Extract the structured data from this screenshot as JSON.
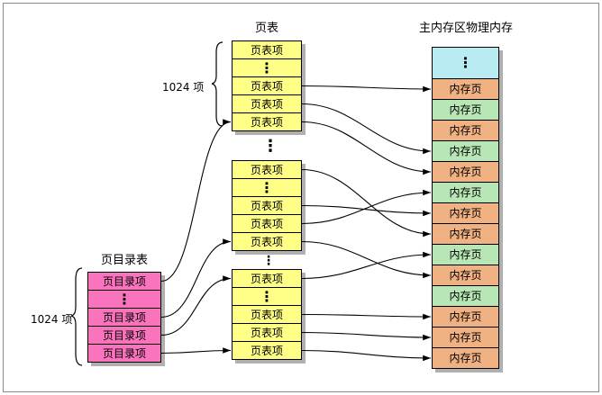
{
  "titles": {
    "page_table": "页表",
    "page_directory": "页目录表",
    "memory": "主内存区物理内存"
  },
  "labels": {
    "directory_count": "1024 项",
    "pagetable_count": "1024 项"
  },
  "misc": {
    "vdots": "⋮"
  },
  "colors": {
    "directory_fill": "#f973bd",
    "pagetable_fill": "#ffff87",
    "memory_orange": "#f0b183",
    "memory_green": "#b9e6b5",
    "memory_cyan": "#b8ecf2",
    "shadow": "#b0b0b0"
  },
  "directory": {
    "rows": [
      {
        "id": "pd-r1",
        "text": "页目录项",
        "fill": "#f973bd"
      },
      {
        "id": "pd-r2",
        "text": "⋮",
        "fill": "#f973bd",
        "dots": true
      },
      {
        "id": "pd-r3",
        "text": "页目录项",
        "fill": "#f973bd"
      },
      {
        "id": "pd-r4",
        "text": "页目录项",
        "fill": "#f973bd"
      },
      {
        "id": "pd-r5",
        "text": "页目录项",
        "fill": "#f973bd"
      }
    ]
  },
  "page_table": {
    "blocks": [
      {
        "rows": [
          {
            "id": "pt1-r1",
            "text": "页表项",
            "fill": "#ffff87"
          },
          {
            "id": "pt1-r2",
            "text": "⋮",
            "fill": "#ffff87",
            "dots": true
          },
          {
            "id": "pt1-r3",
            "text": "页表项",
            "fill": "#ffff87"
          },
          {
            "id": "pt1-r4",
            "text": "页表项",
            "fill": "#ffff87"
          },
          {
            "id": "pt1-r5",
            "text": "页表项",
            "fill": "#ffff87"
          }
        ]
      },
      {
        "rows": [
          {
            "id": "pt2-r1",
            "text": "页表项",
            "fill": "#ffff87"
          },
          {
            "id": "pt2-r2",
            "text": "⋮",
            "fill": "#ffff87",
            "dots": true
          },
          {
            "id": "pt2-r3",
            "text": "页表项",
            "fill": "#ffff87"
          },
          {
            "id": "pt2-r4",
            "text": "页表项",
            "fill": "#ffff87"
          },
          {
            "id": "pt2-r5",
            "text": "页表项",
            "fill": "#ffff87"
          }
        ]
      },
      {
        "rows": [
          {
            "id": "pt3-r1",
            "text": "页表项",
            "fill": "#ffff87"
          },
          {
            "id": "pt3-r2",
            "text": "⋮",
            "fill": "#ffff87",
            "dots": true
          },
          {
            "id": "pt3-r3",
            "text": "页表项",
            "fill": "#ffff87"
          },
          {
            "id": "pt3-r4",
            "text": "页表项",
            "fill": "#ffff87"
          },
          {
            "id": "pt3-r5",
            "text": "页表项",
            "fill": "#ffff87"
          }
        ]
      }
    ]
  },
  "memory": {
    "rows": [
      {
        "id": "m0",
        "text": "⋮",
        "fill": "#b8ecf2",
        "dots": true,
        "h": 36
      },
      {
        "id": "m1",
        "text": "内存页",
        "fill": "#f0b183"
      },
      {
        "id": "m2",
        "text": "内存页",
        "fill": "#b9e6b5"
      },
      {
        "id": "m3",
        "text": "内存页",
        "fill": "#f0b183"
      },
      {
        "id": "m4",
        "text": "内存页",
        "fill": "#b9e6b5"
      },
      {
        "id": "m5",
        "text": "内存页",
        "fill": "#f0b183"
      },
      {
        "id": "m6",
        "text": "内存页",
        "fill": "#b9e6b5"
      },
      {
        "id": "m7",
        "text": "内存页",
        "fill": "#f0b183"
      },
      {
        "id": "m8",
        "text": "内存页",
        "fill": "#f0b183"
      },
      {
        "id": "m9",
        "text": "内存页",
        "fill": "#b9e6b5"
      },
      {
        "id": "m10",
        "text": "内存页",
        "fill": "#f0b183"
      },
      {
        "id": "m11",
        "text": "内存页",
        "fill": "#b9e6b5"
      },
      {
        "id": "m12",
        "text": "内存页",
        "fill": "#f0b183"
      },
      {
        "id": "m13",
        "text": "内存页",
        "fill": "#f0b183"
      },
      {
        "id": "m14",
        "text": "内存页",
        "fill": "#f0b183"
      }
    ]
  },
  "arrows": [
    {
      "from": "pd-r1",
      "to": "pt1-r5"
    },
    {
      "from": "pd-r3",
      "to": "pt2-r5"
    },
    {
      "from": "pd-r4",
      "to": "pt3-r1"
    },
    {
      "from": "pd-r5",
      "to": "pt3-r5"
    },
    {
      "from": "pt1-r3",
      "to": "m1"
    },
    {
      "from": "pt1-r4",
      "to": "m4"
    },
    {
      "from": "pt1-r5",
      "to": "m5"
    },
    {
      "from": "pt2-r1",
      "to": "m8"
    },
    {
      "from": "pt2-r3",
      "to": "m7"
    },
    {
      "from": "pt2-r4",
      "to": "m6"
    },
    {
      "from": "pt2-r5",
      "to": "m10"
    },
    {
      "from": "pt3-r1",
      "to": "m9"
    },
    {
      "from": "pt3-r3",
      "to": "m12"
    },
    {
      "from": "pt3-r4",
      "to": "m13"
    },
    {
      "from": "pt3-r5",
      "to": "m14"
    }
  ]
}
